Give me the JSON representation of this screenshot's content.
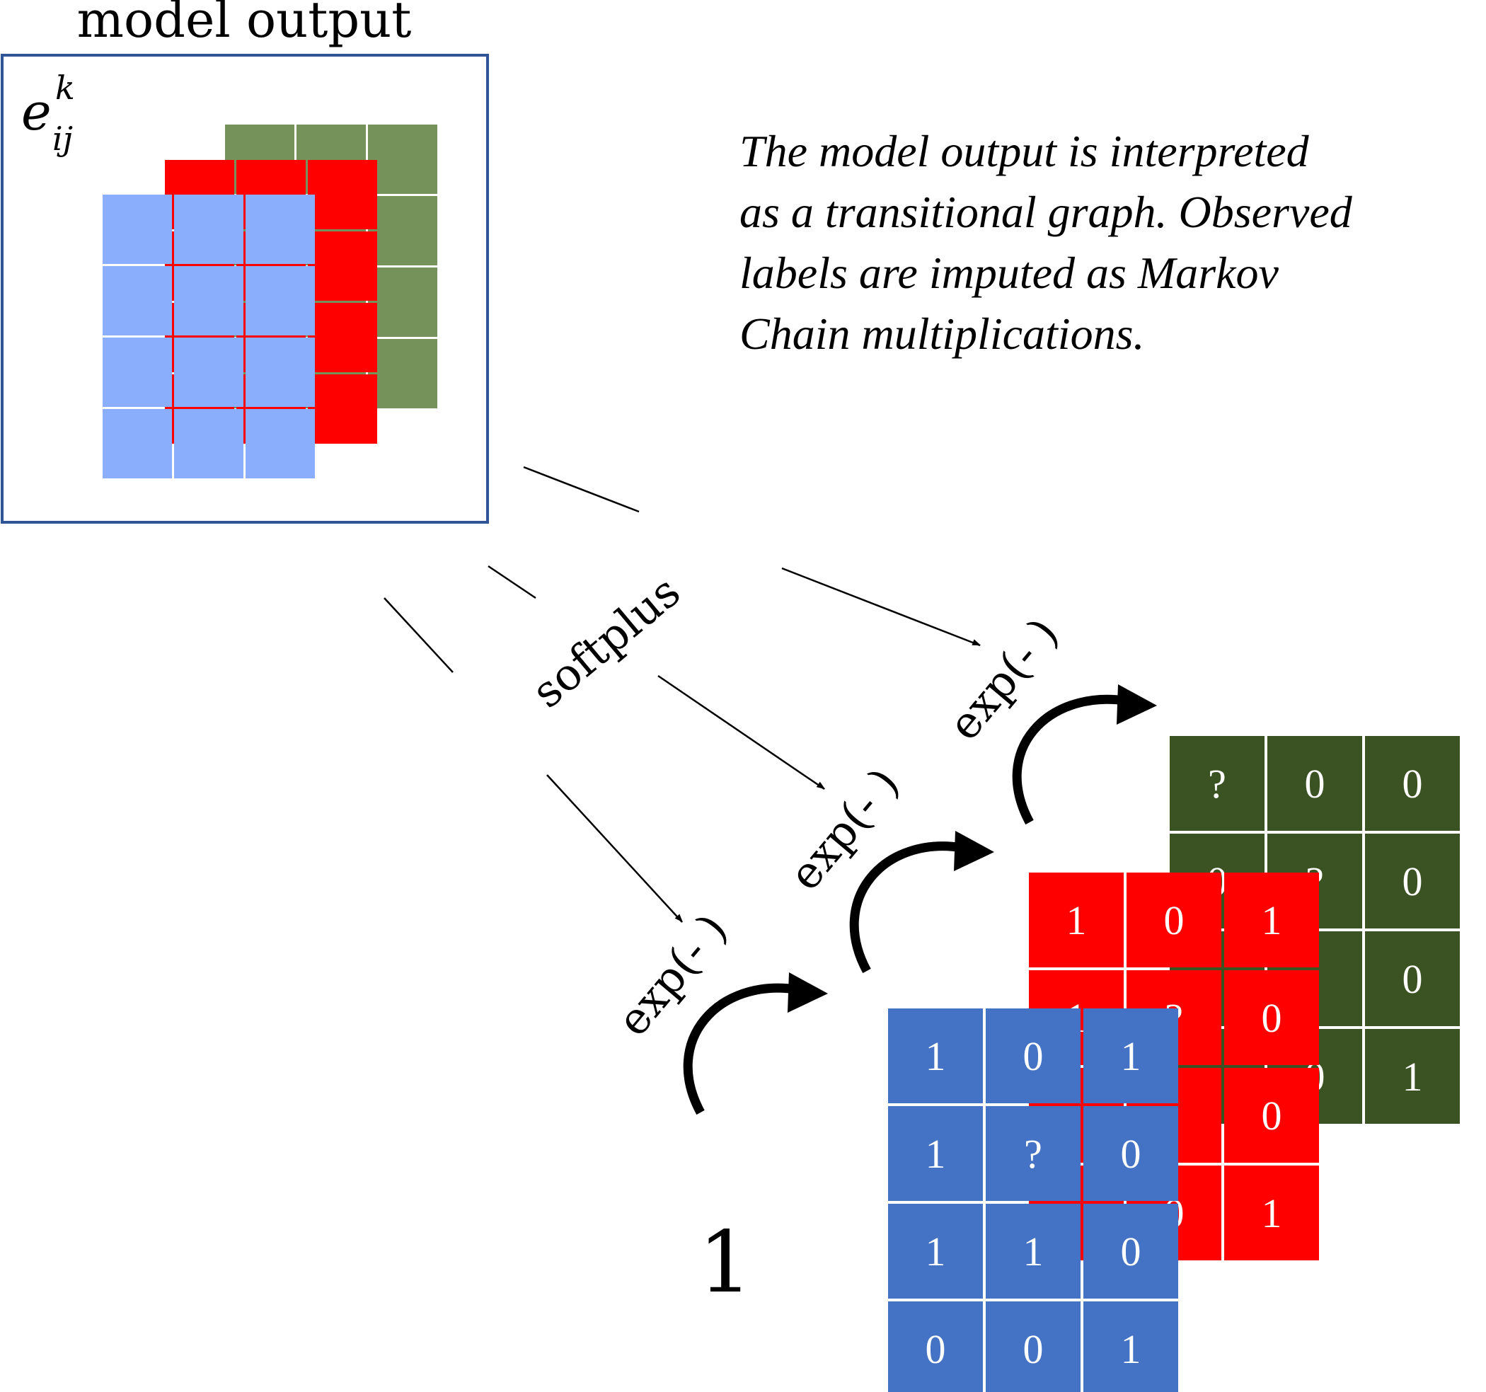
{
  "model_output": {
    "title": "model output",
    "symbol_base": "e",
    "symbol_sup": "k",
    "symbol_sub": "ij",
    "layers": [
      {
        "name": "green",
        "color": "#76925b"
      },
      {
        "name": "red",
        "color": "#ff0000"
      },
      {
        "name": "blue",
        "color": "#8aaefc"
      }
    ]
  },
  "description": [
    "The model output is interpreted",
    "as a transitional graph. Observed",
    "labels are imputed as Markov",
    "Chain multiplications."
  ],
  "labels": {
    "softplus": "softplus",
    "exp": "exp(-   )",
    "one": "1"
  },
  "label_layers": [
    {
      "name": "green",
      "color": "#3b5323",
      "cells": [
        [
          "?",
          "0",
          "0"
        ],
        [
          "0",
          "?",
          "0"
        ],
        [
          "",
          "",
          "0"
        ],
        [
          "",
          "0",
          "1"
        ]
      ]
    },
    {
      "name": "red",
      "color": "#ff0000",
      "cells": [
        [
          "1",
          "0",
          "1"
        ],
        [
          "1",
          "?",
          "0"
        ],
        [
          "",
          "",
          "0"
        ],
        [
          "",
          "0",
          "1"
        ]
      ]
    },
    {
      "name": "blue",
      "color": "#4472c4",
      "cells": [
        [
          "1",
          "0",
          "1"
        ],
        [
          "1",
          "?",
          "0"
        ],
        [
          "1",
          "1",
          "0"
        ],
        [
          "0",
          "0",
          "1"
        ]
      ]
    }
  ]
}
